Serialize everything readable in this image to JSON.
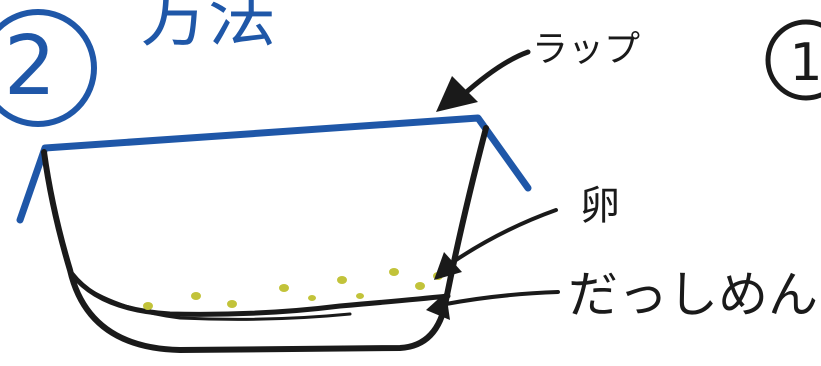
{
  "section": {
    "number": "2",
    "title": "方法"
  },
  "next_marker": {
    "number": "1"
  },
  "labels": {
    "wrap": "ラップ",
    "egg": "卵",
    "cotton": "だっしめん"
  },
  "colors": {
    "blue_ink": "#1f57a8",
    "black_ink": "#1a1a1a",
    "egg_dot": "#c2c33a"
  }
}
